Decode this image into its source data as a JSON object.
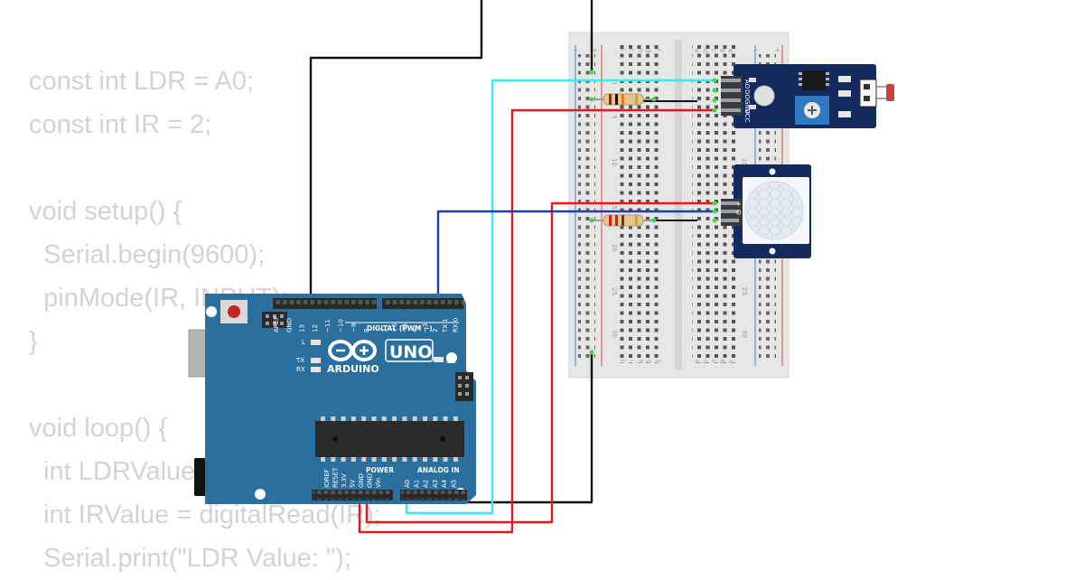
{
  "code": {
    "lines": [
      "const int LDR = A0;",
      "const int IR = 2;",
      "",
      "void setup() {",
      "  Serial.begin(9600);",
      "  pinMode(IR, INPUT);",
      "}",
      "",
      "void loop() {",
      "  int LDRValue = analogRead(LDR);",
      "  int IRValue = digitalRead(IR);",
      "  Serial.print(\"LDR Value: \");"
    ]
  },
  "arduino": {
    "brand": "ARDUINO",
    "model": "UNO",
    "digital_label": "DIGITAL (PWM ~)",
    "power_label": "POWER",
    "analog_label": "ANALOG IN",
    "on_label": "ON",
    "l_label": "L",
    "tx_label": "TX",
    "rx_label": "RX",
    "top_pins": [
      "AREF",
      "GND",
      "13",
      "12",
      "~11",
      "~10",
      "~9",
      "8",
      "7",
      "~6",
      "~5",
      "4",
      "~3",
      "2",
      "TX 1",
      "RX 0"
    ],
    "power_pins": [
      "IOREF",
      "RESET",
      "3.3V",
      "5V",
      "GND",
      "GND",
      "Vin"
    ],
    "analog_pins": [
      "A0",
      "A1",
      "A2",
      "A3",
      "A4",
      "A5"
    ]
  },
  "breadboard": {
    "row_numbers": [
      "1",
      "5",
      "10",
      "15",
      "20",
      "25",
      "30"
    ],
    "col_letters_left": [
      "j",
      "i",
      "h",
      "g",
      "f"
    ],
    "col_letters_right": [
      "e",
      "d",
      "c",
      "b",
      "a"
    ]
  },
  "ldr_module": {
    "pins": [
      "AO",
      "DO",
      "GND",
      "VCC"
    ],
    "leds": [
      "DO LED",
      "PWR LED"
    ]
  },
  "pir_sensor": {
    "pins": [
      "+",
      "O",
      "-"
    ]
  },
  "colors": {
    "code_text": "#d3d3d3",
    "board_blue": "#2b6f9e",
    "wire_black": "#111111",
    "wire_red": "#e01b1b",
    "wire_cyan": "#3fe6ee",
    "wire_blue": "#1f3fb0",
    "module_navy": "#142a5e"
  }
}
